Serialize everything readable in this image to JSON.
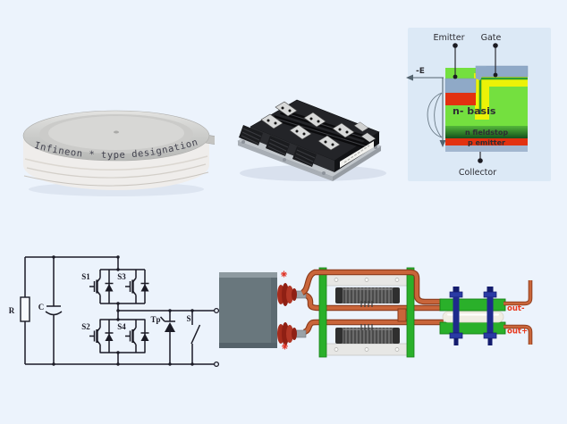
{
  "background": "#ecf3fc",
  "press_pack": {
    "label": "Infineon * type designation"
  },
  "igbt_cross_section": {
    "emitter_label": "Emitter",
    "gate_label": "Gate",
    "e_label": "-E",
    "n_basis_label": "n- basis",
    "n_fieldstop_label": "n fieldstop",
    "p_emitter_label": "p emitter",
    "collector_label": "Collector",
    "colors": {
      "panel": "#dce9f6",
      "metal": "#8fa9c7",
      "oxide_yellow": "#ecf207",
      "gate_poly_green": "#2f9e2f",
      "basis_green": "#74e03f",
      "fieldstop_dark_green": "#15501d",
      "p_emitter_red": "#e23110",
      "bottom_metal": "#a2b6cf"
    }
  },
  "schematic": {
    "r_label": "R",
    "c_label": "C",
    "s1_label": "S1",
    "s2_label": "S2",
    "s3_label": "S3",
    "s4_label": "S4",
    "tp_label": "Tp",
    "s_label": "S",
    "line_color": "#1b1b26"
  },
  "converter_assembly": {
    "out_minus_label": "out-",
    "out_plus_label": "out+",
    "colors": {
      "capacitor_box": "#69777d",
      "bushing_red": "#a62c1c",
      "copper": "#c2572b",
      "pcb_green": "#2ab02a",
      "plate_gray": "#e7e7e5",
      "inductor_gray": "#5c5c5c",
      "bolt_blue": "#1e2a8c",
      "insulator_white": "#f0ede3",
      "out_label_red": "#e8361c"
    }
  }
}
